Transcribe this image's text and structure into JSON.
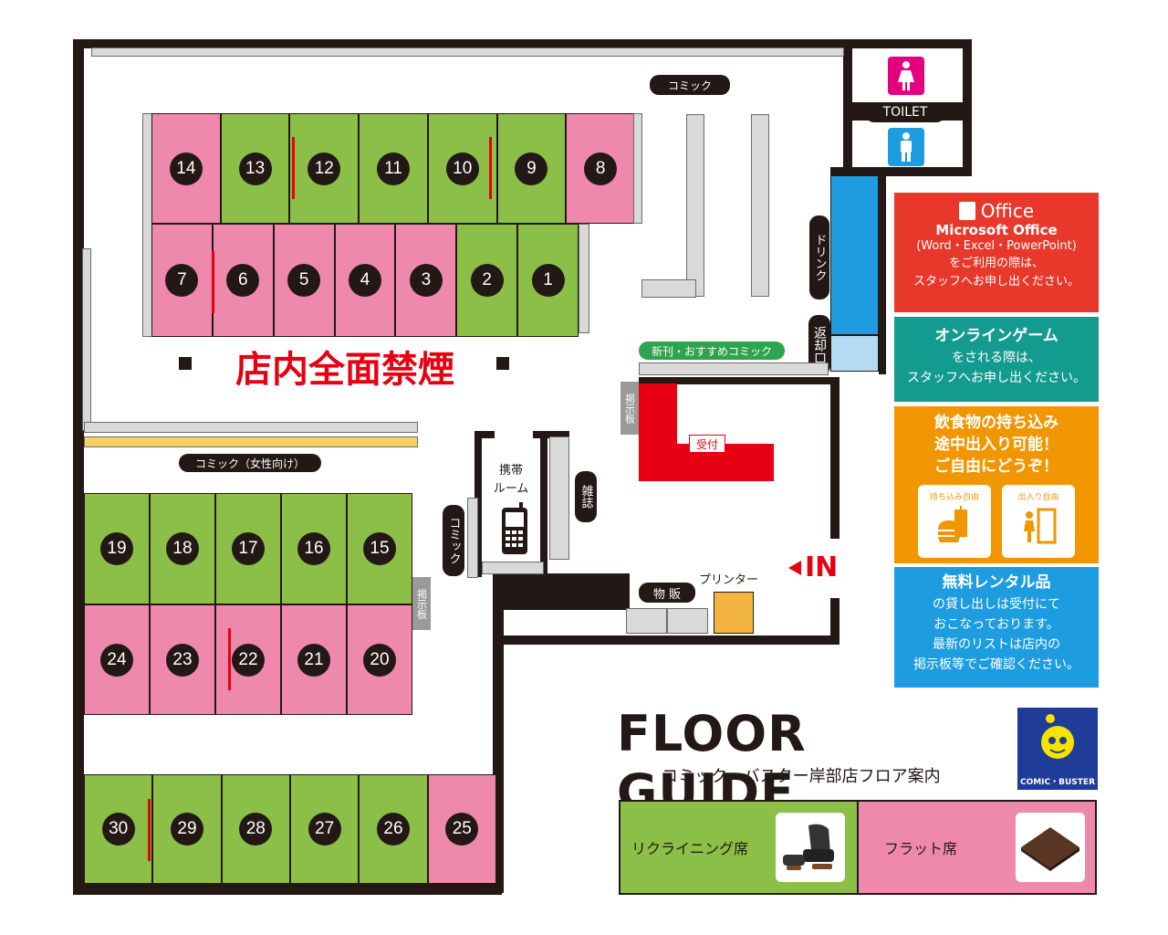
{
  "seats": {
    "top_row": [
      {
        "n": "14",
        "c": "pink"
      },
      {
        "n": "13",
        "c": "green"
      },
      {
        "n": "12",
        "c": "green"
      },
      {
        "n": "11",
        "c": "green"
      },
      {
        "n": "10",
        "c": "green"
      },
      {
        "n": "9",
        "c": "green"
      },
      {
        "n": "8",
        "c": "pink"
      }
    ],
    "second_row": [
      {
        "n": "7",
        "c": "pink"
      },
      {
        "n": "6",
        "c": "pink"
      },
      {
        "n": "5",
        "c": "pink"
      },
      {
        "n": "4",
        "c": "pink"
      },
      {
        "n": "3",
        "c": "pink"
      },
      {
        "n": "2",
        "c": "green"
      },
      {
        "n": "1",
        "c": "green"
      }
    ],
    "third_row": [
      {
        "n": "19",
        "c": "green"
      },
      {
        "n": "18",
        "c": "green"
      },
      {
        "n": "17",
        "c": "green"
      },
      {
        "n": "16",
        "c": "green"
      },
      {
        "n": "15",
        "c": "green"
      }
    ],
    "fourth_row": [
      {
        "n": "24",
        "c": "pink"
      },
      {
        "n": "23",
        "c": "pink"
      },
      {
        "n": "22",
        "c": "pink"
      },
      {
        "n": "21",
        "c": "pink"
      },
      {
        "n": "20",
        "c": "pink"
      }
    ],
    "fifth_row": [
      {
        "n": "30",
        "c": "green"
      },
      {
        "n": "29",
        "c": "green"
      },
      {
        "n": "28",
        "c": "green"
      },
      {
        "n": "27",
        "c": "green"
      },
      {
        "n": "26",
        "c": "green"
      },
      {
        "n": "25",
        "c": "pink"
      }
    ]
  },
  "labels": {
    "comic_top": "コミック",
    "toilet": "TOILET",
    "drink": "ドリンク",
    "return": "返却口",
    "no_smoking": "店内全面禁煙",
    "new_comics": "新刊・おすすめコミック",
    "board": "掲示板",
    "reception": "受付",
    "comic_women": "コミック（女性向け）",
    "phone_room_1": "携帯",
    "phone_room_2": "ルーム",
    "comic_side": "コミック",
    "magazine": "雑誌",
    "goods": "物 販",
    "printer": "プリンター",
    "entrance": "IN"
  },
  "info_panels": {
    "office": {
      "logo": "Office",
      "title": "Microsoft Office",
      "apps": "(Word・Excel・PowerPoint)",
      "line1": "をご利用の際は、",
      "line2": "スタッフへお申し出ください。"
    },
    "online": {
      "title": "オンラインゲーム",
      "line1": "をされる際は、",
      "line2": "スタッフへお申し出ください。"
    },
    "food": {
      "line1": "飲食物の持ち込み",
      "line2": "途中出入り可能！",
      "line3": "ご自由にどうぞ！",
      "icon1_label": "持ち込み自由",
      "icon2_label": "出入り自由"
    },
    "rental": {
      "title": "無料レンタル品",
      "line1": "の貸し出しは受付にて",
      "line2": "おこなっております。",
      "line3": "最新のリストは店内の",
      "line4": "掲示板等でご確認ください。"
    }
  },
  "guide": {
    "title": "FLOOR GUIDE",
    "subtitle": "コミック・バスター岸部店フロア案内",
    "logo_text": "COMIC・BUSTER"
  },
  "legend": {
    "reclining": "リクライニング席",
    "flat": "フラット席"
  },
  "colors": {
    "green": "#8bbf47",
    "pink": "#ee89ad",
    "wall": "#231815",
    "red": "#e60012",
    "blue": "#1e9ce0",
    "teal": "#139b8f",
    "orange": "#f29600",
    "office_red": "#e8382b"
  }
}
